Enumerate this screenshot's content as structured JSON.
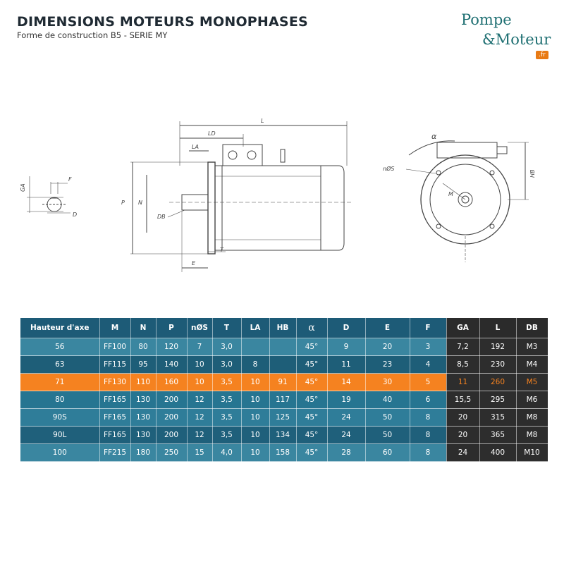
{
  "header": {
    "title": "DIMENSIONS MOTEURS MONOPHASES",
    "subtitle": "Forme de construction B5 - SERIE MY"
  },
  "logo": {
    "line1": "Pompe",
    "line2": "&Moteur",
    "tld": ".fr"
  },
  "diagram_labels": {
    "GA": "GA",
    "F": "F",
    "D": "D",
    "L": "L",
    "LD": "LD",
    "LA": "LA",
    "P": "P",
    "N": "N",
    "DB": "DB",
    "T": "T",
    "E": "E",
    "alpha": "α",
    "nS": "nØS",
    "HB": "HB",
    "M": "M"
  },
  "colors": {
    "header": "#1d5b77",
    "highlight": "#f58220",
    "dark": "#2b2b2b",
    "logo": "#1e6f72"
  },
  "table": {
    "headers": [
      "Hauteur d'axe",
      "M",
      "N",
      "P",
      "nØS",
      "T",
      "LA",
      "HB",
      "α",
      "D",
      "E",
      "F",
      "GA",
      "L",
      "DB"
    ],
    "rows": [
      [
        "56",
        "FF100",
        "80",
        "120",
        "7",
        "3,0",
        "",
        "",
        "45°",
        "9",
        "20",
        "3",
        "7,2",
        "192",
        "M3"
      ],
      [
        "63",
        "FF115",
        "95",
        "140",
        "10",
        "3,0",
        "8",
        "",
        "45°",
        "11",
        "23",
        "4",
        "8,5",
        "230",
        "M4"
      ],
      [
        "71",
        "FF130",
        "110",
        "160",
        "10",
        "3,5",
        "10",
        "91",
        "45°",
        "14",
        "30",
        "5",
        "11",
        "260",
        "M5"
      ],
      [
        "80",
        "FF165",
        "130",
        "200",
        "12",
        "3,5",
        "10",
        "117",
        "45°",
        "19",
        "40",
        "6",
        "15,5",
        "295",
        "M6"
      ],
      [
        "90S",
        "FF165",
        "130",
        "200",
        "12",
        "3,5",
        "10",
        "125",
        "45°",
        "24",
        "50",
        "8",
        "20",
        "315",
        "M8"
      ],
      [
        "90L",
        "FF165",
        "130",
        "200",
        "12",
        "3,5",
        "10",
        "134",
        "45°",
        "24",
        "50",
        "8",
        "20",
        "365",
        "M8"
      ],
      [
        "100",
        "FF215",
        "180",
        "250",
        "15",
        "4,0",
        "10",
        "158",
        "45°",
        "28",
        "60",
        "8",
        "24",
        "400",
        "M10"
      ]
    ]
  }
}
